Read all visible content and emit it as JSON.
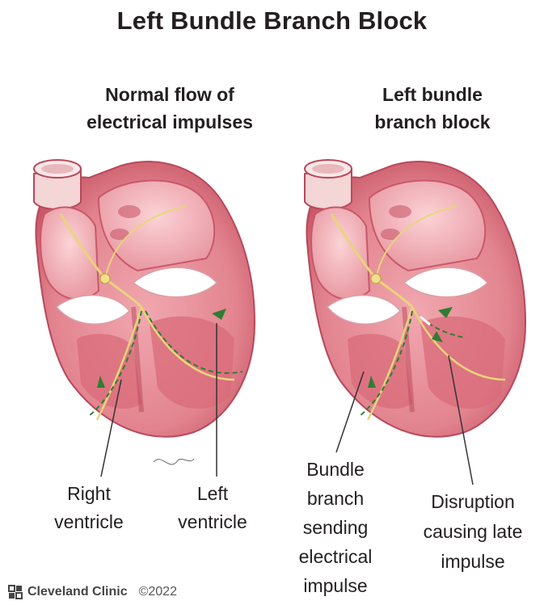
{
  "title": "Left Bundle Branch Block",
  "panels": {
    "left": {
      "heading": "Normal flow of\nelectrical impulses"
    },
    "right": {
      "heading": "Left bundle\nbranch block"
    }
  },
  "labels": {
    "right_ventricle": "Right\nventricle",
    "left_ventricle": "Left\nventricle",
    "bundle_branch": "Bundle\nbranch\nsending\nelectrical\nimpulse",
    "disruption": "Disruption\ncausing late\nimpulse"
  },
  "footer": {
    "brand": "Cleveland Clinic",
    "copyright": "©2022",
    "logo_icon": "cleveland-clinic-logo-icon"
  },
  "colors": {
    "tissue": "#e88c95",
    "tissue_dark": "#c9586a",
    "inner": "#f4b8be",
    "valve": "#ffffff",
    "conduction": "#e8d47a",
    "flow_arrow": "#2e7d32"
  }
}
